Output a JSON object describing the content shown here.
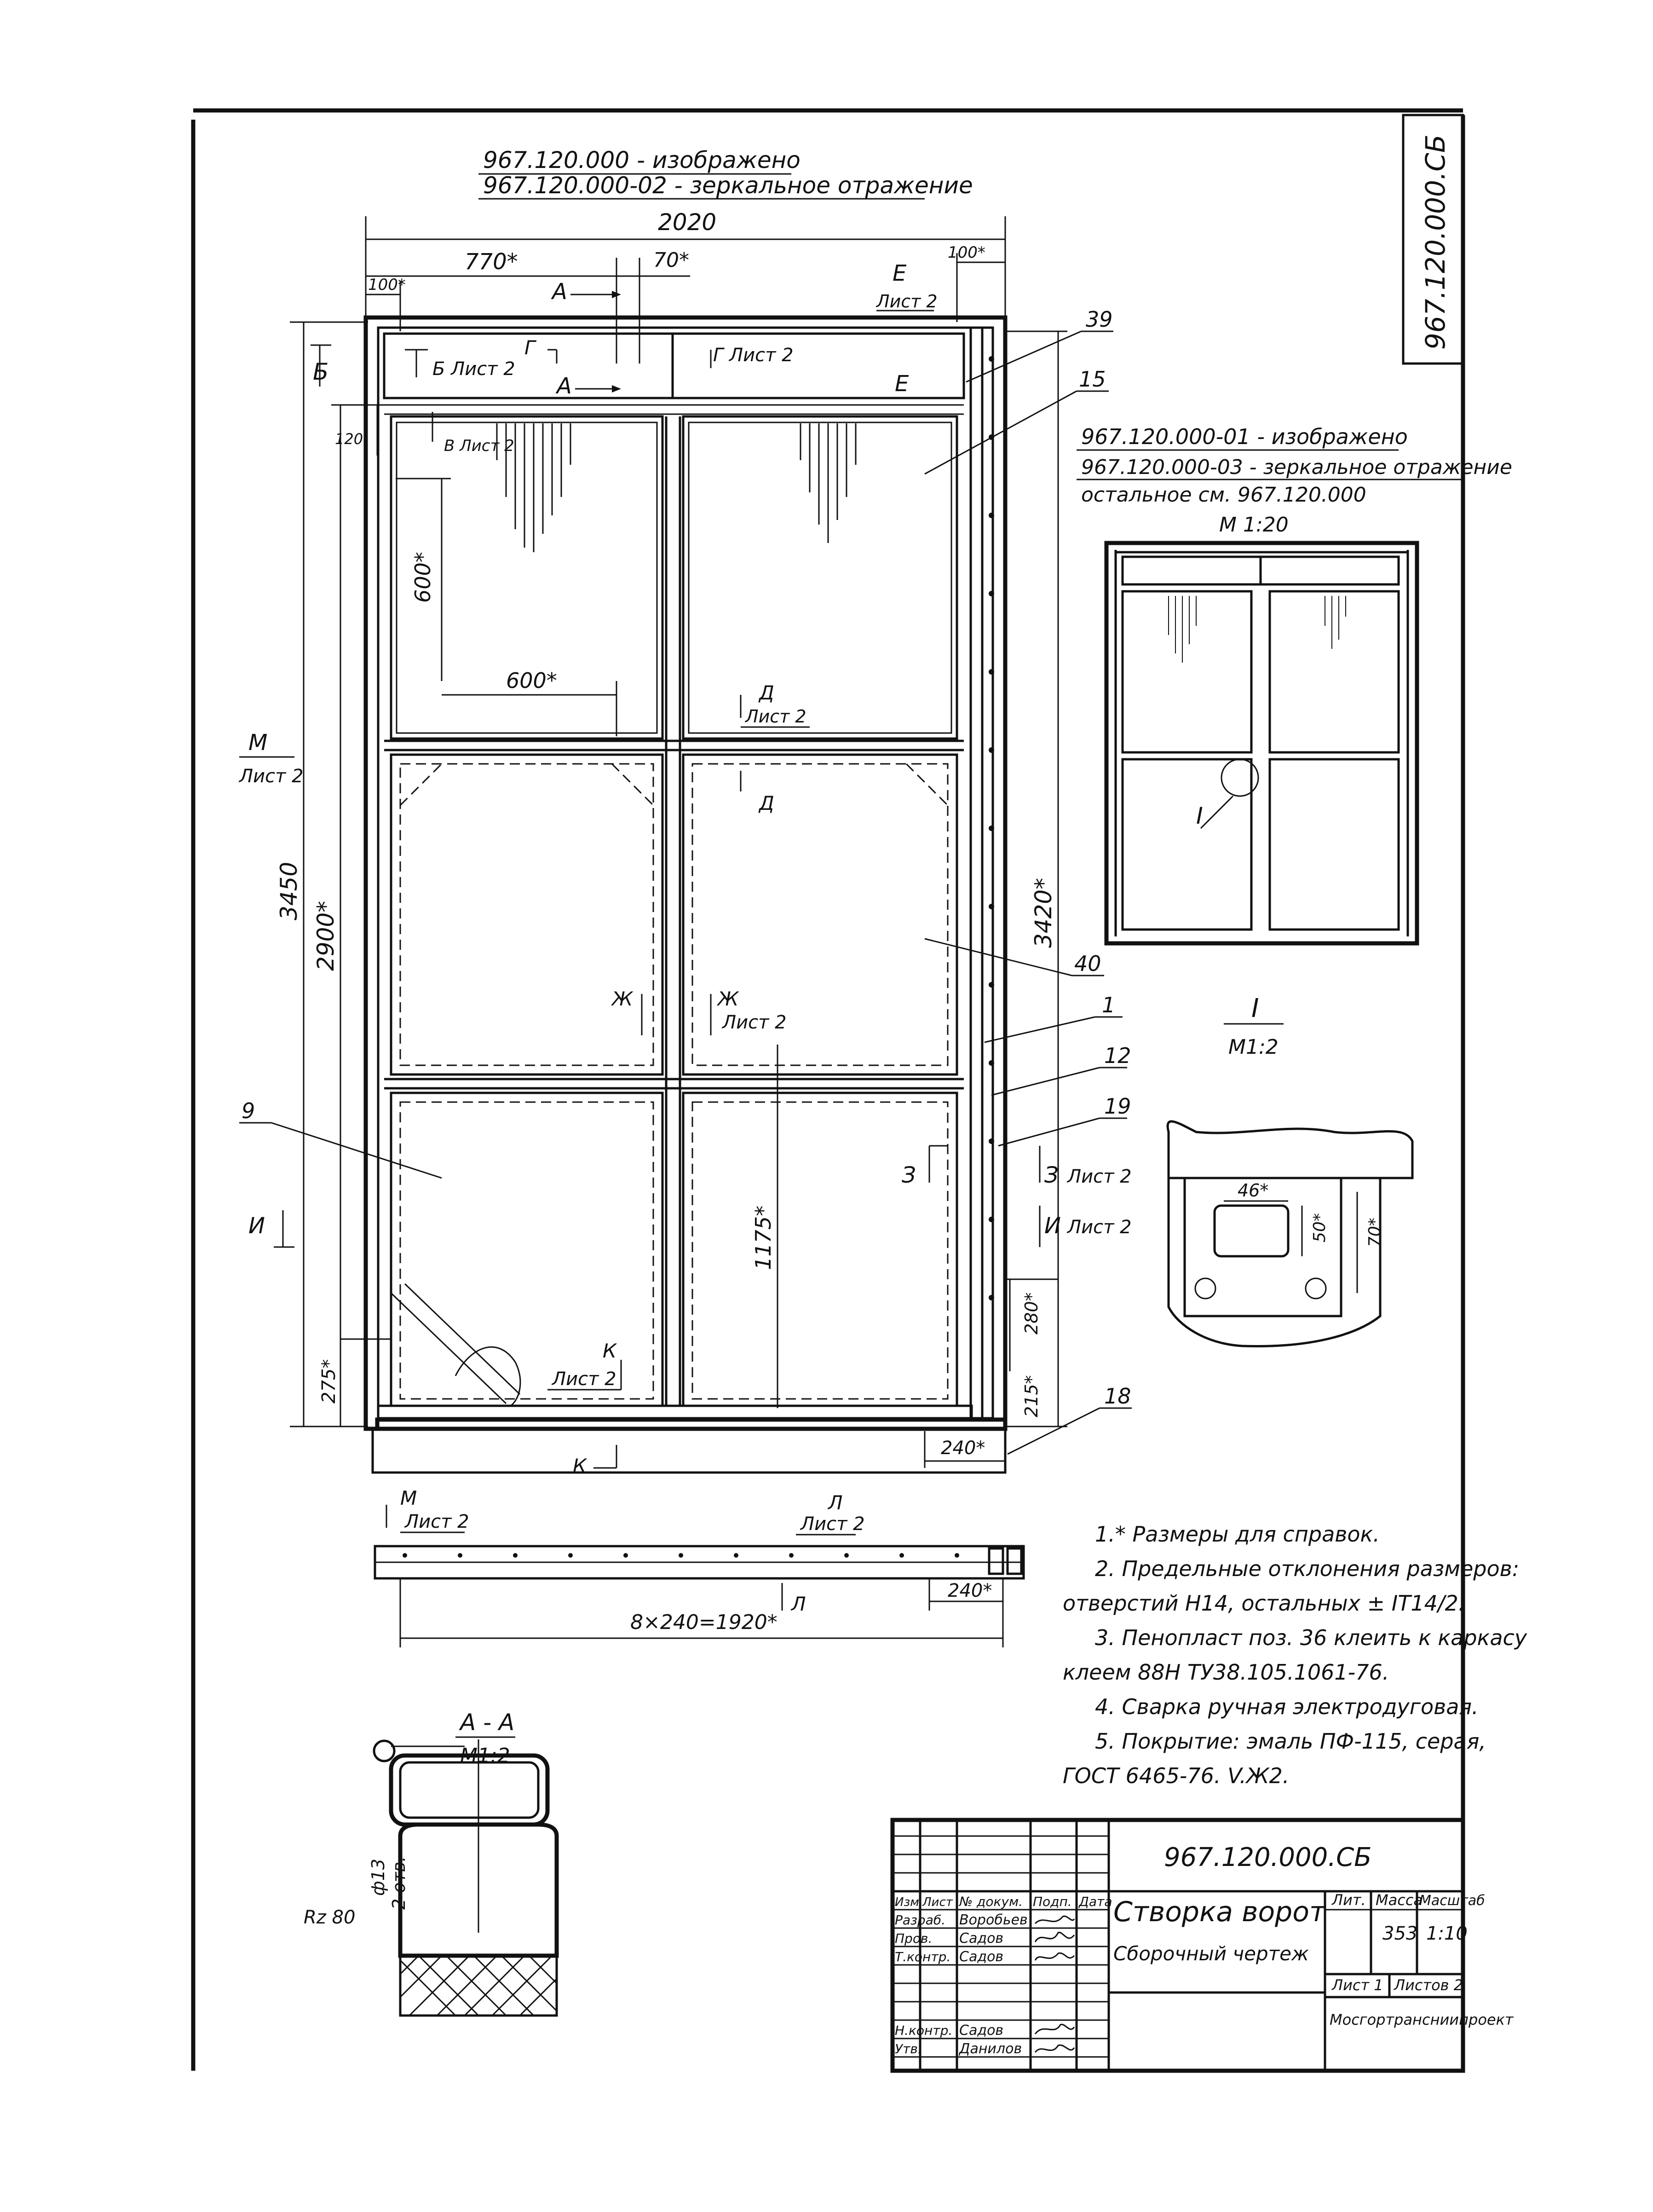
{
  "stamp_top_right": "967.120.000.СБ",
  "headers": {
    "main_line1": "967.120.000 - изображено",
    "main_line2": "967.120.000-02 - зеркальное отражение",
    "alt_line1": "967.120.000-01 - изображено",
    "alt_line2": "967.120.000-03 - зеркальное отражение",
    "alt_line3": "остальное см. 967.120.000",
    "alt_scale": "М 1:20"
  },
  "dimensions": {
    "overall_width": "2020",
    "d770": "770*",
    "d70": "70*",
    "d100_left": "100*",
    "d100_right": "100*",
    "d120": "120",
    "d600_v": "600*",
    "d600_h": "600*",
    "d3450": "3450",
    "d2900": "2900*",
    "d3420": "3420*",
    "d1175": "1175*",
    "d275": "275*",
    "d280": "280*",
    "d215": "215*",
    "d240": "240*",
    "d240_profile": "240*",
    "d_profile_total": "8×240=1920*"
  },
  "section_marks": {
    "A": "А",
    "B": "Б",
    "V": "В",
    "G": "Г",
    "D": "Д",
    "E": "Е",
    "Zh": "Ж",
    "Z": "З",
    "I": "И",
    "K": "К",
    "L": "Л",
    "M": "М",
    "sheet2": "Лист 2",
    "B_sheet": "Б Лист 2",
    "V_sheet": "В Лист 2",
    "G_sheet": "Г Лист 2",
    "I_ref": "I",
    "I_scale": "М1:2"
  },
  "callouts": [
    "39",
    "15",
    "40",
    "1",
    "12",
    "19",
    "18",
    "9"
  ],
  "detail_I": {
    "d46": "46*",
    "d50": "50*",
    "d70": "70*"
  },
  "section_AA": {
    "title": "А - А",
    "scale": "М1:2",
    "hole": "ф13",
    "holes": "2 отв.",
    "roughness": "Rz 80"
  },
  "notes": [
    "1.* Размеры для справок.",
    "2. Предельные отклонения размеров:",
    "отверстий Н14, остальных ± IT14/2.",
    "3. Пенопласт поз. 36 клеить к каркасу",
    "клеем 88Н ТУ38.105.1061-76.",
    "4. Сварка ручная электродуговая.",
    "5. Покрытие: эмаль ПФ-115, серая,",
    "ГОСТ 6465-76. V.Ж2."
  ],
  "title_block": {
    "code": "967.120.000.СБ",
    "name": "Створка ворот",
    "doc_type": "Сборочный чертеж",
    "col_lit": "Лит.",
    "col_mass": "Масса",
    "col_scale": "Масштаб",
    "mass": "353",
    "scale": "1:10",
    "sheet": "Лист 1",
    "sheets": "Листов 2",
    "org": "Мосгортрансниипроект",
    "h_izm": "Изм.",
    "h_list": "Лист",
    "h_doc": "№ докум.",
    "h_sign": "Подп.",
    "h_date": "Дата",
    "roles": [
      {
        "role": "Разраб.",
        "name": "Воробьев"
      },
      {
        "role": "Пров.",
        "name": "Садов"
      },
      {
        "role": "Т.контр.",
        "name": "Садов"
      },
      {
        "role": "Н.контр.",
        "name": "Садов"
      },
      {
        "role": "Утв.",
        "name": "Данилов"
      }
    ]
  }
}
